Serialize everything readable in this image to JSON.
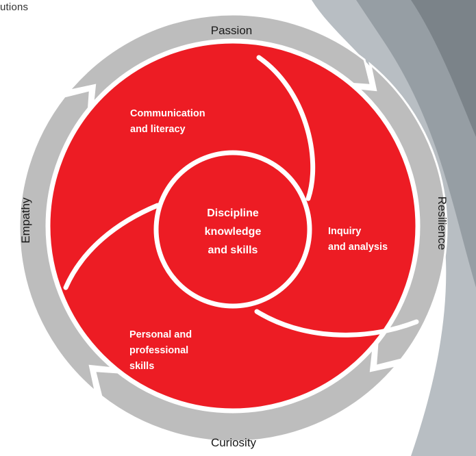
{
  "header": {
    "corner_text": "utions"
  },
  "ring": {
    "labels": [
      "Passion",
      "Resilience",
      "Curiosity",
      "Empathy"
    ],
    "color": "#bdbdbd"
  },
  "petals": [
    {
      "id": "communication",
      "lines": [
        "Communication",
        "and literacy"
      ]
    },
    {
      "id": "inquiry",
      "lines": [
        "Inquiry",
        "and analysis"
      ]
    },
    {
      "id": "personal",
      "lines": [
        "Personal and",
        "professional",
        "skills"
      ]
    }
  ],
  "core": {
    "lines": [
      "Discipline",
      "knowledge",
      "and skills"
    ]
  },
  "colors": {
    "red": "#ed1c24",
    "white": "#ffffff",
    "photo": "#9aa2a8"
  }
}
